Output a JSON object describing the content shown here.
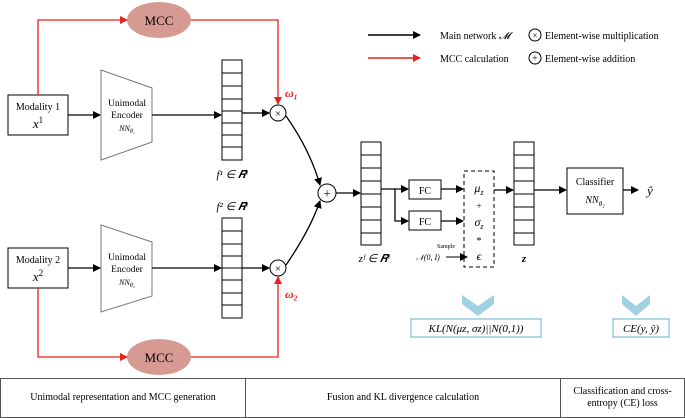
{
  "legend": {
    "main_network": "Main network",
    "main_network_symbol": "𝓜",
    "mcc_calc": "MCC calculation",
    "elementwise_mult": "Element-wise multiplication",
    "elementwise_add": "Element-wise addition"
  },
  "nodes": {
    "mcc_top": "MCC",
    "mcc_bottom": "MCC",
    "modality1_name": "Modality 1",
    "modality1_var": "x",
    "modality1_sup": "1",
    "modality2_name": "Modality 2",
    "modality2_var": "x",
    "modality2_sup": "2",
    "encoder1_line1": "Unimodal",
    "encoder1_line2": "Encoder",
    "encoder1_nn": "NN",
    "encoder1_sub": "θ₁",
    "encoder2_line1": "Unimodal",
    "encoder2_line2": "Encoder",
    "encoder2_nn": "NN",
    "encoder2_sub": "θ₂",
    "f1_label": "f¹ ∈ 𝑹ˡ",
    "f2_label": "f² ∈ 𝑹ˡ",
    "w1_label": "ω₁",
    "w2_label": "ω₂",
    "zf_label": "zᶠ ∈ 𝑹ˡ",
    "fc1": "FC",
    "fc2": "FC",
    "mu": "μ",
    "mu_sub": "z",
    "plus": "+",
    "sigma": "σ",
    "sigma_sub": "z",
    "star": "*",
    "epsilon": "ϵ",
    "sample_label": "Sample",
    "normal_label": "𝒩(0, I)",
    "z_label": "z",
    "classifier_line1": "Classifier",
    "classifier_nn": "NN",
    "classifier_sub": "θ₂",
    "yhat": "ŷ",
    "kl_loss": "KL(N(μz, σz)||N(0,1))",
    "ce_loss": "CE(y, ŷ)"
  },
  "captions": {
    "col1": "Unimodal representation and MCC generation",
    "col2": "Fusion and KL divergence calculation",
    "col3": "Classification and cross-entropy (CE) loss"
  },
  "colors": {
    "main_arrow": "#000000",
    "mcc_arrow": "#e8201a",
    "mcc_fill": "#d79a92",
    "weight_label": "#e8201a",
    "loss_chevron": "#9fd1e3",
    "loss_box_border": "#5fb3d6"
  }
}
